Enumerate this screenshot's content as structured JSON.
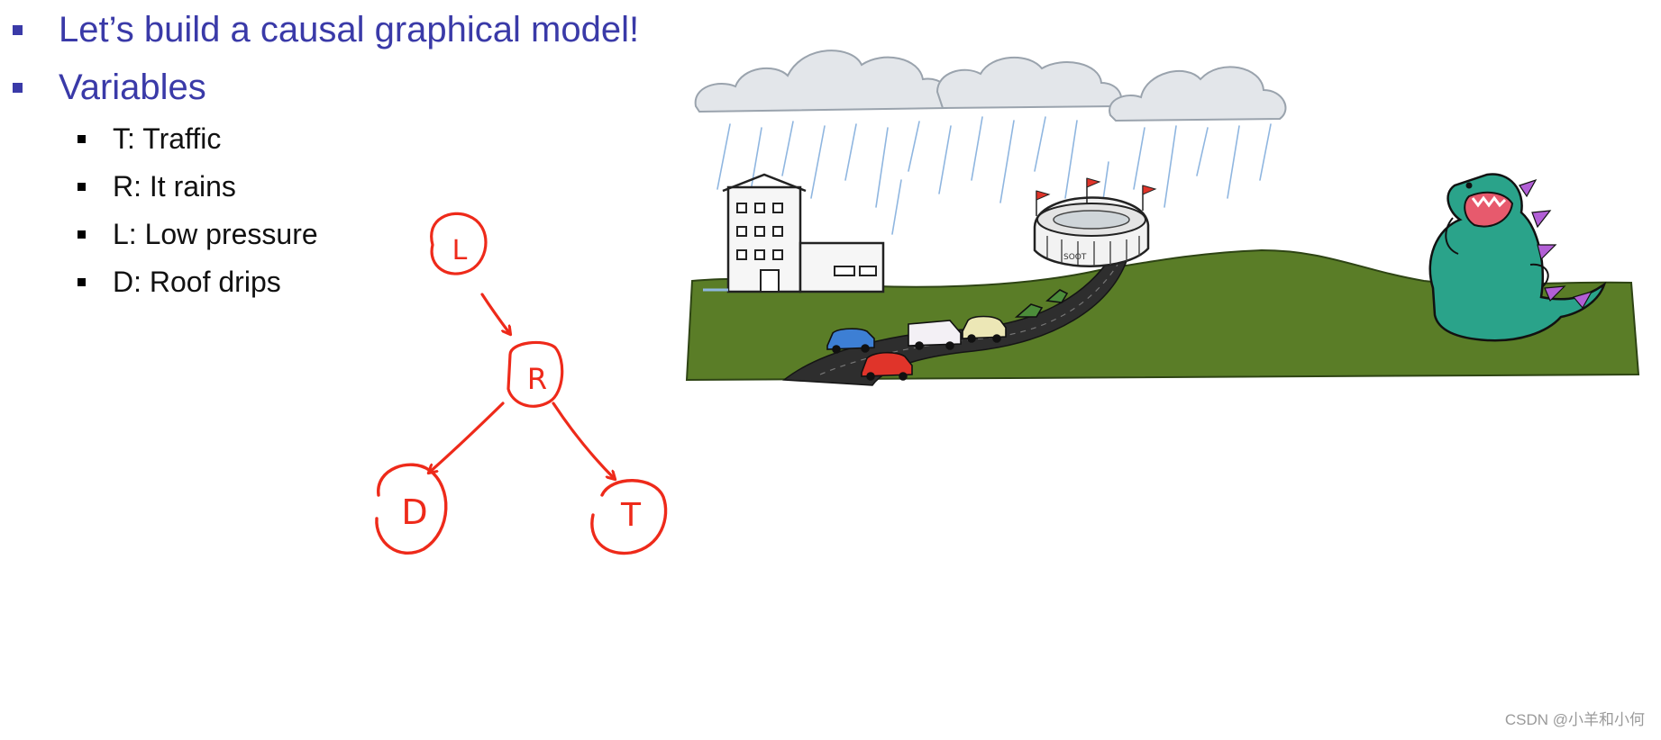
{
  "bullets": {
    "level1": [
      {
        "text": "Let’s build a causal graphical model!"
      },
      {
        "text": "Variables"
      }
    ],
    "variables": [
      {
        "text": "T: Traffic"
      },
      {
        "text": "R: It rains"
      },
      {
        "text": "L: Low pressure"
      },
      {
        "text": "D: Roof drips"
      }
    ]
  },
  "graph": {
    "nodes": [
      {
        "id": "L",
        "label": "L"
      },
      {
        "id": "R",
        "label": "R"
      },
      {
        "id": "D",
        "label": "D"
      },
      {
        "id": "T",
        "label": "T"
      }
    ],
    "edges": [
      {
        "from": "L",
        "to": "R"
      },
      {
        "from": "R",
        "to": "D"
      },
      {
        "from": "R",
        "to": "T"
      }
    ],
    "ink_color": "#ee2a1a"
  },
  "illustration": {
    "stadium_sign": "SOOT"
  },
  "colors": {
    "heading": "#3a3aa8",
    "grass": "#5a7d27",
    "road": "#2e2e2e",
    "monster": "#2aa38a",
    "spikes": "#b25fd6"
  },
  "watermark": "CSDN @小羊和小何"
}
